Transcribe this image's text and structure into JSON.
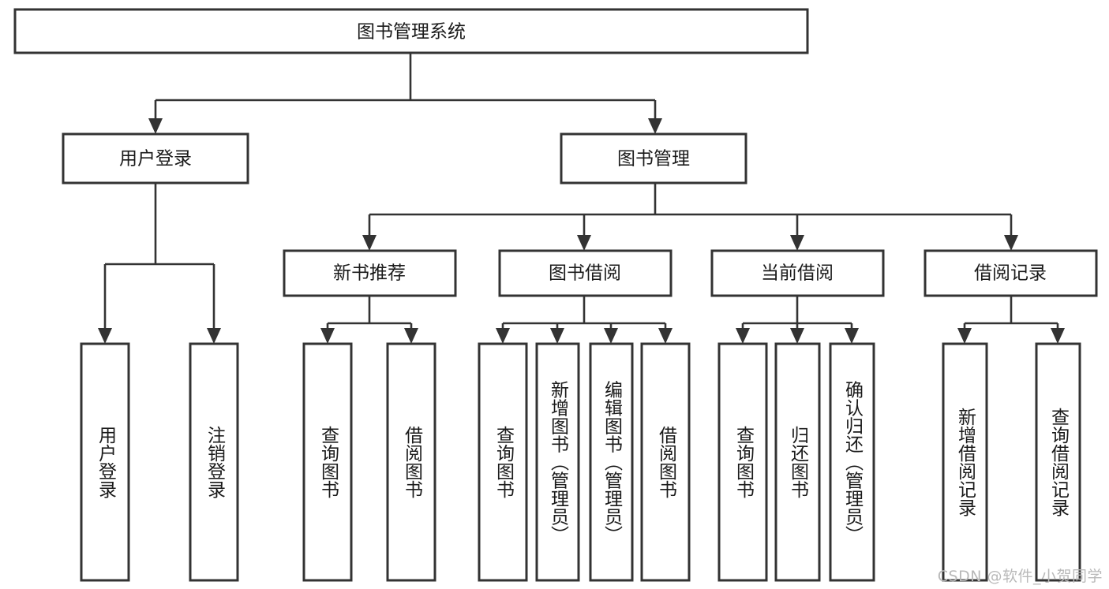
{
  "diagram": {
    "type": "tree-hierarchy-chart",
    "title": "图书管理系统",
    "watermark": "CSDN @软件_小贺同学",
    "colors": {
      "stroke": "#333333",
      "fill": "#ffffff",
      "text": "#1a1a1a",
      "watermark": "#b9b9b9",
      "background": "#ffffff"
    },
    "levels": {
      "root": {
        "label": "图书管理系统"
      },
      "level2": [
        {
          "label": "用户登录"
        },
        {
          "label": "图书管理"
        }
      ],
      "level3": [
        {
          "label": "新书推荐"
        },
        {
          "label": "图书借阅"
        },
        {
          "label": "当前借阅"
        },
        {
          "label": "借阅记录"
        }
      ],
      "leaves_user_login": [
        {
          "label": "用户登录"
        },
        {
          "label": "注销登录"
        }
      ],
      "leaves_new_book": [
        {
          "label": "查询图书"
        },
        {
          "label": "借阅图书"
        }
      ],
      "leaves_borrow": [
        {
          "label": "查询图书"
        },
        {
          "label": "新增图书（管理员）"
        },
        {
          "label": "编辑图书（管理员）"
        },
        {
          "label": "借阅图书"
        }
      ],
      "leaves_current": [
        {
          "label": "查询图书"
        },
        {
          "label": "归还图书"
        },
        {
          "label": "确认归还（管理员）"
        }
      ],
      "leaves_record": [
        {
          "label": "新增借阅记录"
        },
        {
          "label": "查询借阅记录"
        }
      ]
    }
  }
}
